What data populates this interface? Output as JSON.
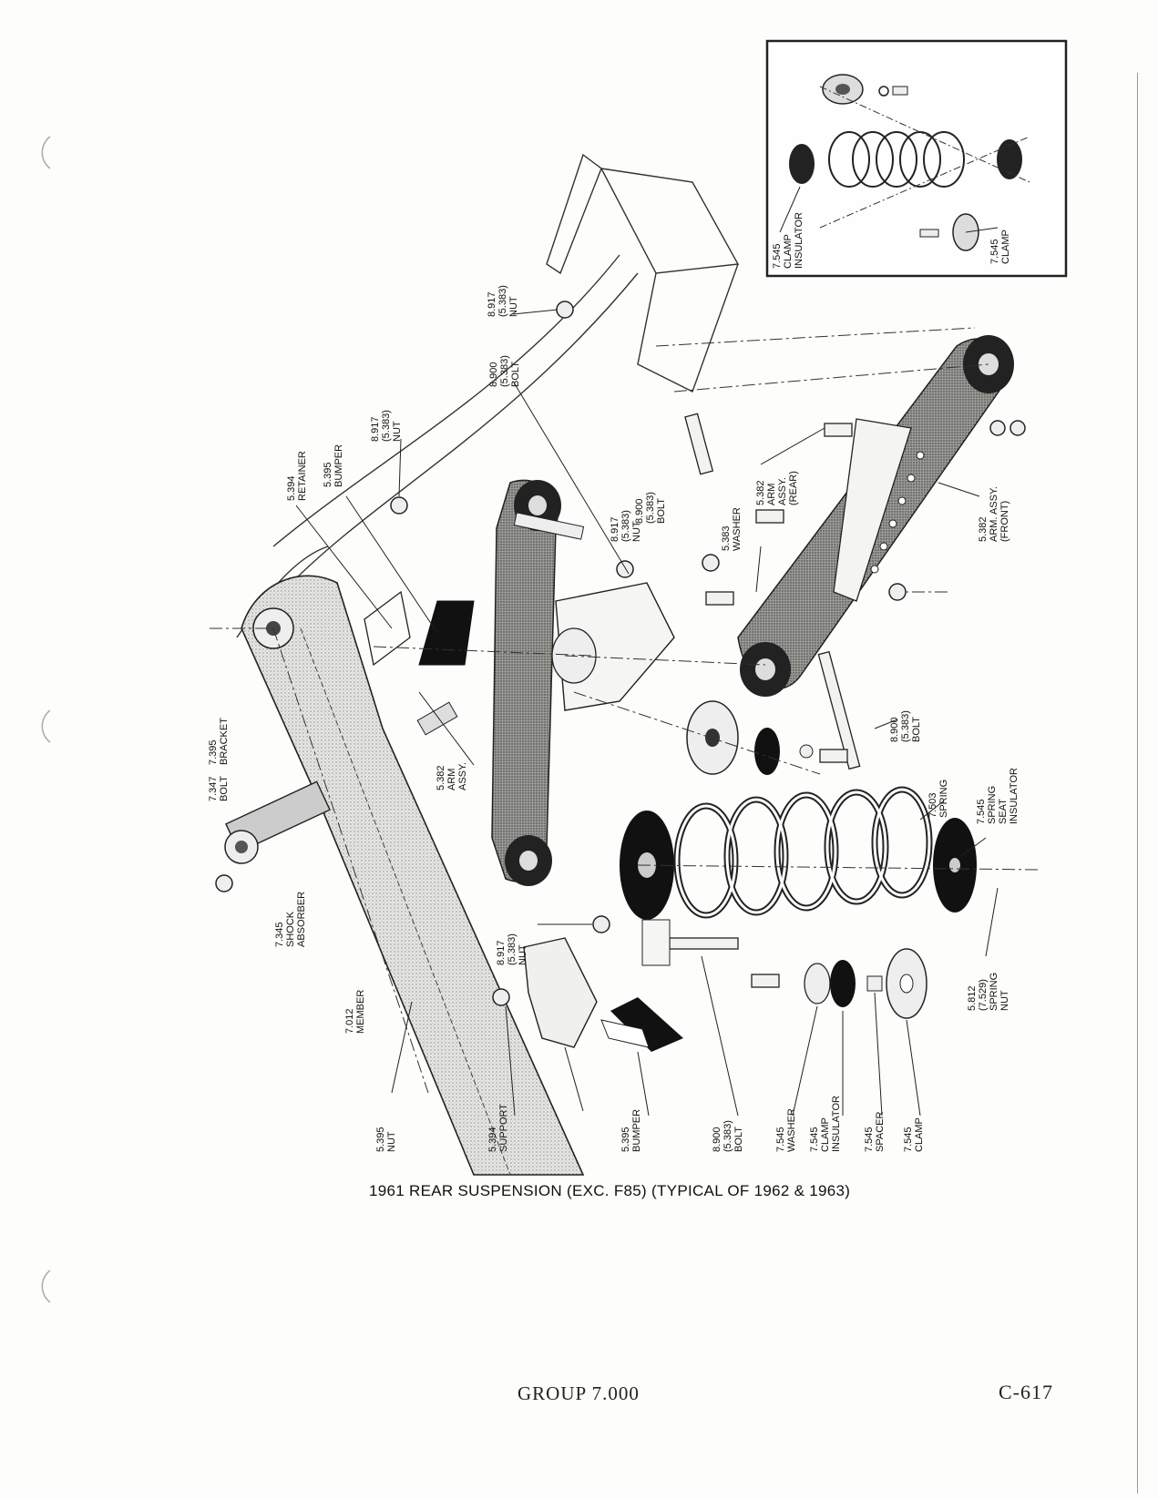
{
  "caption": "1961 REAR SUSPENSION (EXC. F85) (TYPICAL OF 1962 & 1963)",
  "footer": {
    "group": "GROUP 7.000",
    "page_number": "C-617"
  },
  "callouts": [
    {
      "id": "inset-clamp-insulator",
      "lines": [
        "7.545",
        "CLAMP",
        "INSULATOR"
      ]
    },
    {
      "id": "inset-clamp",
      "lines": [
        "7.545",
        "CLAMP"
      ]
    },
    {
      "id": "nut-top",
      "lines": [
        "8.917",
        "(5.383)",
        "NUT"
      ]
    },
    {
      "id": "bolt-top",
      "lines": [
        "8.900",
        "(5.383)",
        "BOLT"
      ]
    },
    {
      "id": "nut-upper-left",
      "lines": [
        "8.917",
        "(5.383)",
        "NUT"
      ]
    },
    {
      "id": "bumper-upper",
      "lines": [
        "5.395",
        "BUMPER"
      ]
    },
    {
      "id": "retainer",
      "lines": [
        "5.394",
        "RETAINER"
      ]
    },
    {
      "id": "nut-mid",
      "lines": [
        "8.917",
        "(5.383)",
        "NUT"
      ]
    },
    {
      "id": "bolt-mid",
      "lines": [
        "8.900",
        "(5.383)",
        "BOLT"
      ]
    },
    {
      "id": "arm-assy-rear",
      "lines": [
        "5.382",
        "ARM",
        "ASSY.",
        "(REAR)"
      ]
    },
    {
      "id": "washer-mid",
      "lines": [
        "5.383",
        "WASHER"
      ]
    },
    {
      "id": "arm-assy-front",
      "lines": [
        "5.382",
        "ARM. ASSY.",
        "(FRONT)"
      ]
    },
    {
      "id": "bracket",
      "lines": [
        "7.395",
        "BRACKET"
      ]
    },
    {
      "id": "bolt-bracket",
      "lines": [
        "7.347",
        "BOLT"
      ]
    },
    {
      "id": "arm-assy-lower",
      "lines": [
        "5.382",
        "ARM",
        "ASSY."
      ]
    },
    {
      "id": "bolt-right",
      "lines": [
        "8.900",
        "(5.383)",
        "BOLT"
      ]
    },
    {
      "id": "spring",
      "lines": [
        "7.503",
        "SPRING"
      ]
    },
    {
      "id": "spring-seat-insulator",
      "lines": [
        "7.545",
        "SPRING",
        "SEAT",
        "INSULATOR"
      ]
    },
    {
      "id": "shock-absorber",
      "lines": [
        "7.345",
        "SHOCK",
        "ABSORBER"
      ]
    },
    {
      "id": "nut-lower",
      "lines": [
        "8.917",
        "(5.383)",
        "NUT"
      ]
    },
    {
      "id": "spring-nut",
      "lines": [
        "5.812",
        "(7.529)",
        "SPRING",
        "NUT"
      ]
    },
    {
      "id": "member",
      "lines": [
        "7.012",
        "MEMBER"
      ]
    },
    {
      "id": "nut-bottom",
      "lines": [
        "5.395",
        "NUT"
      ]
    },
    {
      "id": "support",
      "lines": [
        "5.394",
        "SUPPORT"
      ]
    },
    {
      "id": "bumper-lower",
      "lines": [
        "5.395",
        "BUMPER"
      ]
    },
    {
      "id": "bolt-bottom",
      "lines": [
        "8.900",
        "(5.383)",
        "BOLT"
      ]
    },
    {
      "id": "washer-bottom",
      "lines": [
        "7.545",
        "WASHER"
      ]
    },
    {
      "id": "clamp-insulator-bottom",
      "lines": [
        "7.545",
        "CLAMP",
        "INSULATOR"
      ]
    },
    {
      "id": "spacer",
      "lines": [
        "7.545",
        "SPACER"
      ]
    },
    {
      "id": "clamp-bottom",
      "lines": [
        "7.545",
        "CLAMP"
      ]
    }
  ]
}
